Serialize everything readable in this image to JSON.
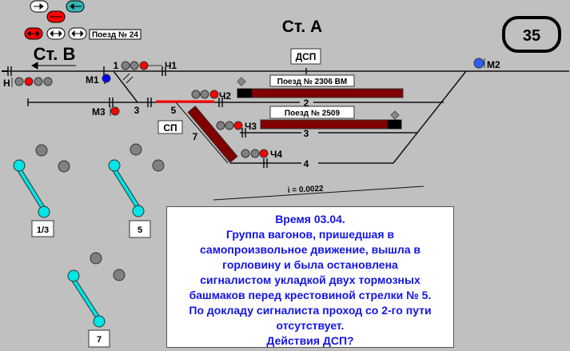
{
  "station_a": "Ст. А",
  "station_b": "Ст. В",
  "slide_number": "35",
  "dsp_label": "ДСП",
  "sp_label": "СП",
  "gradient": "i = 0.0022",
  "legend_train": "Поезд № 24",
  "trains": [
    {
      "label": "Поезд № 2306 ВМ",
      "track": "2"
    },
    {
      "label": "Поезд № 2509",
      "track": "3"
    }
  ],
  "tracks": [
    "2",
    "3",
    "4"
  ],
  "switches": [
    "1",
    "3",
    "5",
    "7"
  ],
  "signals": {
    "n": "Н",
    "ch1": "Ч1",
    "ch2": "Ч2",
    "ch3": "Ч3",
    "ch4": "Ч4",
    "m1": "М1",
    "m2": "М2",
    "m3": "М3"
  },
  "switch_levers": [
    "1/3",
    "5",
    "7"
  ],
  "message": {
    "lines": [
      "Время 03.04.",
      "Группа вагонов, пришедшая в",
      "самопроизвольное движение, вышла в",
      "горловину и была остановлена",
      "сигналистом укладкой двух тормозных",
      "башмаков перед крестовиной стрелки № 5.",
      "По докладу сигналиста проход со 2-го пути",
      "отсутствует.",
      "Действия ДСП?"
    ]
  },
  "colors": {
    "background": "#c0c0c0",
    "wagon": "#800000",
    "occupied": "#ff0000",
    "lever": "#00e5e5",
    "text": "#1414e6"
  }
}
